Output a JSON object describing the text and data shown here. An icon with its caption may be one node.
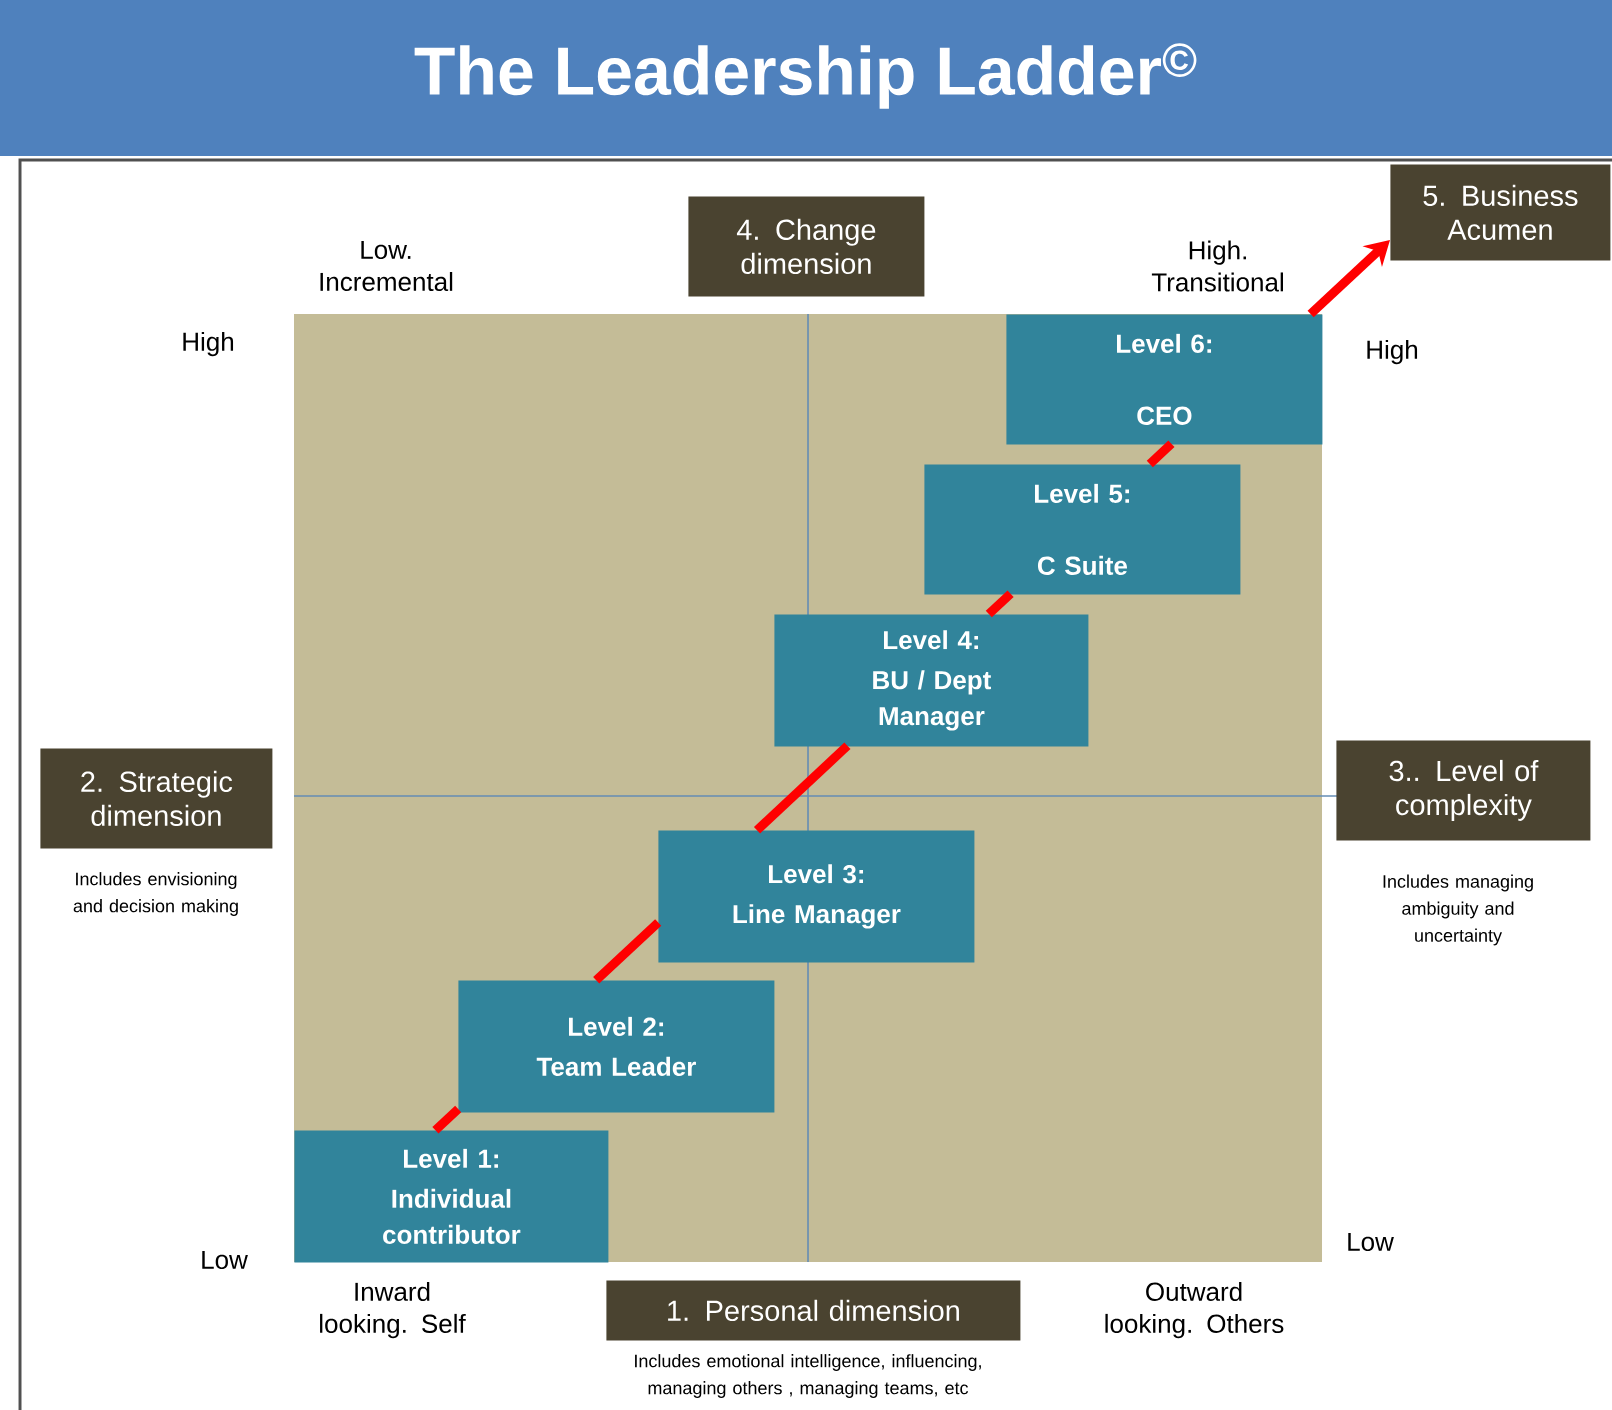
{
  "diagram": {
    "title": "The Leadership Ladder$^{©}$",
    "nodes": [
      {
        "text": [
          "4.  Change dimension"
        ]
      },
      {
        "text": [
          "5.  Business Acumen"
        ]
      },
      {
        "text": [
          "Level 6:",
          "CEO"
        ]
      },
      {
        "text": [
          "Level 5:",
          "C Suite"
        ]
      },
      {
        "text": [
          "Level 4:",
          "BU / Dept Manager"
        ]
      },
      {
        "text": [
          "2.  Strategic dimension"
        ],
        "beside": [
          "Includes envisioning and decision making"
        ]
      },
      {
        "text": [
          "3.. Level of complexity"
        ],
        "beside": [
          "Includes managing ambiguity and uncertainty"
        ]
      },
      {
        "text": [
          "Level 3:",
          "Line Manager"
        ]
      },
      {
        "text": [
          "Level 2:",
          "Team Leader"
        ]
      },
      {
        "text": [
          "Level 1:",
          "Individual contributor"
        ]
      },
      {
        "text": [
          "1.  Personal dimension"
        ],
        "beside": [
          "Includes emotional intelligence, influencing, managing others , managing teams, etc"
        ]
      }
    ],
    "edges": [
      {
        "from": 9,
        "to": 8,
        "arrow": "none"
      },
      {
        "from": 8,
        "to": 7,
        "arrow": "none"
      },
      {
        "from": 7,
        "to": 4,
        "arrow": "none"
      },
      {
        "from": 4,
        "to": 3,
        "arrow": "none"
      },
      {
        "from": 3,
        "to": 2,
        "arrow": "none"
      },
      {
        "from": 2,
        "to": 1,
        "arrow": "to"
      }
    ],
    "labels": [
      "Low. Incremental",
      "High. Transitional",
      "High",
      "High",
      "Low",
      "Low",
      "Inward looking. Self",
      "Outward looking. Others"
    ]
  }
}
